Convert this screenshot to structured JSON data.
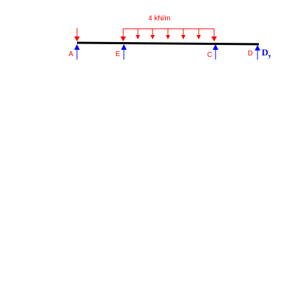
{
  "colors": {
    "beam": "#000000",
    "load": "#ff0000",
    "reaction": "#0000ff",
    "label_red": "#ff0000",
    "label_blue": "#0000cc"
  },
  "load": {
    "label": "4 kN/m"
  },
  "points": {
    "A": "A",
    "E": "E",
    "C": "C",
    "D": "D"
  },
  "reaction_D": {
    "symbol": "D",
    "subscript": "y"
  }
}
